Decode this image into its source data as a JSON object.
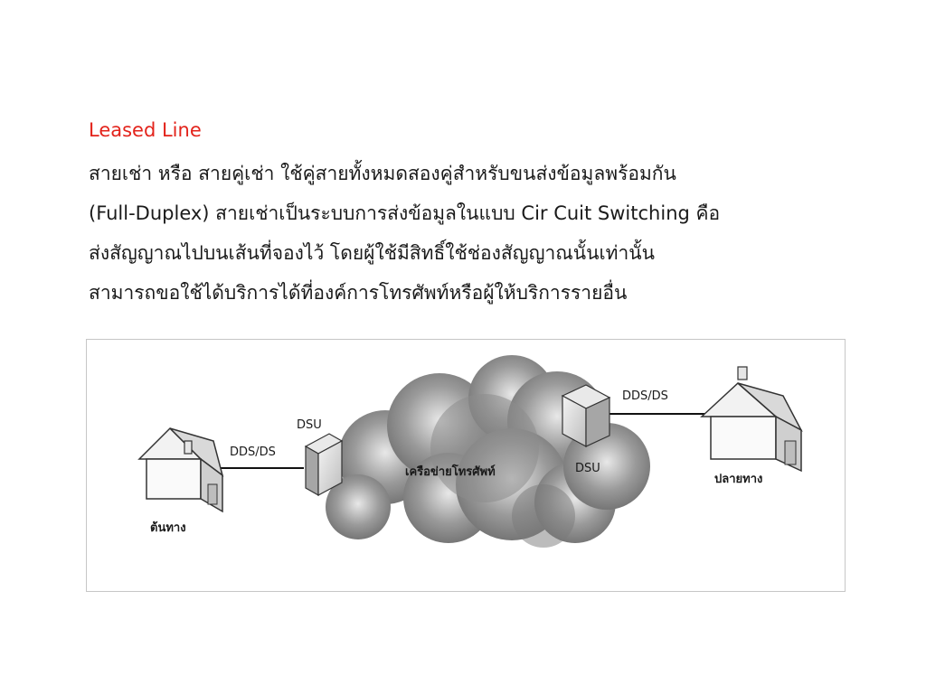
{
  "heading": "Leased Line",
  "paragraph_lines": [
    "สายเช่า หรือ สายคู่เช่า  ใช้คู่สายทั้งหมดสองคู่สำหรับขนส่งข้อมูลพร้อมกัน",
    "(Full-Duplex) สายเช่าเป็นระบบการส่งข้อมูลในแบบ Cir Cuit Switching  คือ",
    "ส่งสัญญาณไปบนเส้นที่จองไว้ โดยผู้ใช้มีสิทธิ์ใช้ช่องสัญญาณนั้นเท่านั้น",
    "สามารถขอใช้ได้บริการได้ที่องค์การโทรศัพท์หรือผู้ให้บริการรายอื่น"
  ],
  "diagram": {
    "origin_label": "ต้นทาง",
    "destination_label": "ปลายทาง",
    "network_label": "เครือข่ายโทรศัพท์",
    "dsu_left_label": "DSU",
    "dsu_right_label": "DSU",
    "link_left_label": "DDS/DS",
    "link_right_label": "DDS/DS"
  }
}
